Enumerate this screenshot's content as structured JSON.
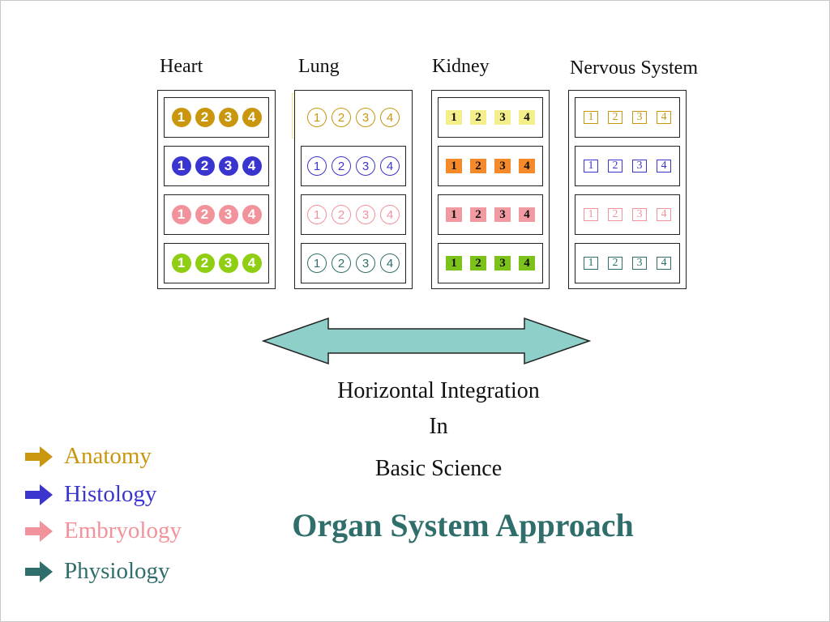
{
  "colors": {
    "anatomy": "#c9960e",
    "histology": "#3b35d0",
    "embryology": "#f2929a",
    "physiology": "#2f6e6a",
    "physiology_fill": "#8fce12",
    "anatomy_fill_sq": "#f4ef8a",
    "histology_fill_sq": "#f58a2a",
    "embryology_fill_sq": "#f29aa2",
    "physiology_fill_sq": "#7dc21a",
    "arrow_fill": "#8fcfc9"
  },
  "organs": [
    {
      "name": "Heart",
      "style": "filled-circle"
    },
    {
      "name": "Lung",
      "style": "outline-circle"
    },
    {
      "name": "Kidney",
      "style": "filled-square"
    },
    {
      "name": "Nervous System",
      "style": "outline-square"
    }
  ],
  "numbers": [
    "1",
    "2",
    "3",
    "4"
  ],
  "center_text": {
    "line1": "Horizontal Integration",
    "line2": "In",
    "line3": "Basic Science"
  },
  "title": "Organ System Approach",
  "legend": [
    {
      "label": "Anatomy",
      "icon": "arrow-right-icon"
    },
    {
      "label": "Histology",
      "icon": "arrow-right-icon"
    },
    {
      "label": "Embryology",
      "icon": "arrow-right-icon"
    },
    {
      "label": "Physiology",
      "icon": "arrow-right-icon"
    }
  ]
}
